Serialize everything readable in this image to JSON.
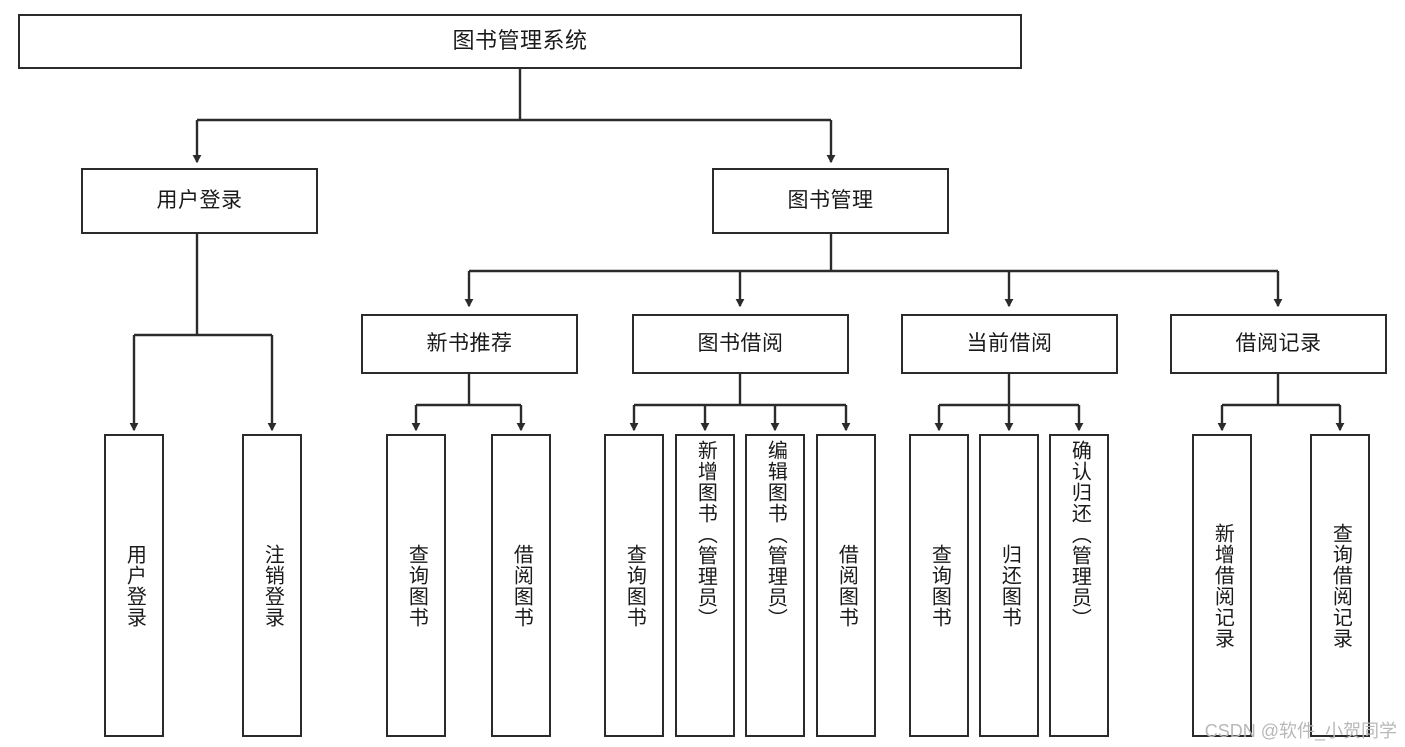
{
  "diagram": {
    "type": "tree-hierarchy",
    "title": "图书管理系统",
    "orientation": "top-down",
    "colors": {
      "box_border": "#2b2b2b",
      "box_fill": "#ffffff",
      "connector": "#2b2b2b",
      "text": "#1a1a1a",
      "watermark": "#b8b8b8"
    },
    "nodes": {
      "root": {
        "label": "图书管理系统",
        "level": 0
      },
      "level1": [
        {
          "id": "user-login",
          "label": "用户登录"
        },
        {
          "id": "book-management",
          "label": "图书管理"
        }
      ],
      "level2": [
        {
          "id": "new-book-recommend",
          "label": "新书推荐",
          "parent": "book-management"
        },
        {
          "id": "book-borrow",
          "label": "图书借阅",
          "parent": "book-management"
        },
        {
          "id": "current-borrow",
          "label": "当前借阅",
          "parent": "book-management"
        },
        {
          "id": "borrow-record",
          "label": "借阅记录",
          "parent": "book-management"
        }
      ],
      "leaves": [
        {
          "id": "leaf-user-login",
          "label": "用户登录",
          "parent": "user-login"
        },
        {
          "id": "leaf-logout-login",
          "label": "注销登录",
          "parent": "user-login"
        },
        {
          "id": "leaf-query-book-1",
          "label": "查询图书",
          "parent": "new-book-recommend"
        },
        {
          "id": "leaf-borrow-book-1",
          "label": "借阅图书",
          "parent": "new-book-recommend"
        },
        {
          "id": "leaf-query-book-2",
          "label": "查询图书",
          "parent": "book-borrow"
        },
        {
          "id": "leaf-add-book",
          "label": "新增图书（管理员）",
          "parent": "book-borrow"
        },
        {
          "id": "leaf-edit-book",
          "label": "编辑图书（管理员）",
          "parent": "book-borrow"
        },
        {
          "id": "leaf-borrow-book-2",
          "label": "借阅图书",
          "parent": "book-borrow"
        },
        {
          "id": "leaf-query-book-3",
          "label": "查询图书",
          "parent": "current-borrow"
        },
        {
          "id": "leaf-return-book",
          "label": "归还图书",
          "parent": "current-borrow"
        },
        {
          "id": "leaf-confirm-return",
          "label": "确认归还（管理员）",
          "parent": "current-borrow"
        },
        {
          "id": "leaf-add-record",
          "label": "新增借阅记录",
          "parent": "borrow-record"
        },
        {
          "id": "leaf-query-record",
          "label": "查询借阅记录",
          "parent": "borrow-record"
        }
      ]
    }
  },
  "watermark": {
    "text": "CSDN @软件_小贺同学"
  }
}
